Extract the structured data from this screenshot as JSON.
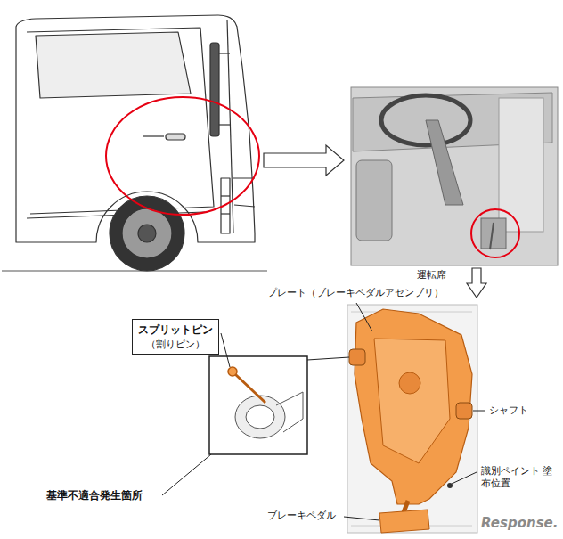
{
  "diagram": {
    "nodes": [
      {
        "text": [
          "スプリットピン",
          "（割りピン）"
        ]
      }
    ],
    "labels": [
      "運転席",
      "プレート（ブレーキペダルアセンブリ）",
      "シャフト",
      "識別ペイント 塗布位置",
      "ブレーキペダル",
      "基準不適合発生箇所",
      "Response."
    ]
  }
}
